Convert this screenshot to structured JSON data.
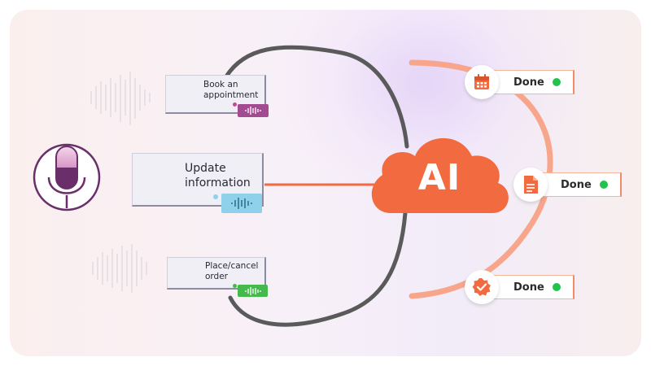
{
  "intents": [
    {
      "line1": "Book an",
      "line2": "appointment",
      "badge_color": "#a34b91",
      "dot_color": "#c9469b"
    },
    {
      "line1": "Update",
      "line2": "information",
      "badge_color": "#8fd0ea",
      "dot_color": "#8fd0ea"
    },
    {
      "line1": "Place/cancel",
      "line2": "order",
      "badge_color": "#45b94c",
      "dot_color": "#45b94c"
    }
  ],
  "ai": {
    "label": "AI"
  },
  "results": [
    {
      "label": "Done",
      "icon": "calendar-icon"
    },
    {
      "label": "Done",
      "icon": "document-icon"
    },
    {
      "label": "Done",
      "icon": "verified-badge-icon"
    }
  ],
  "colors": {
    "accent": "#f26a3f",
    "connector": "#5a5a5a",
    "arc": "#f7a68c",
    "mic": "#6a2f6b",
    "status_green": "#21c44b"
  }
}
